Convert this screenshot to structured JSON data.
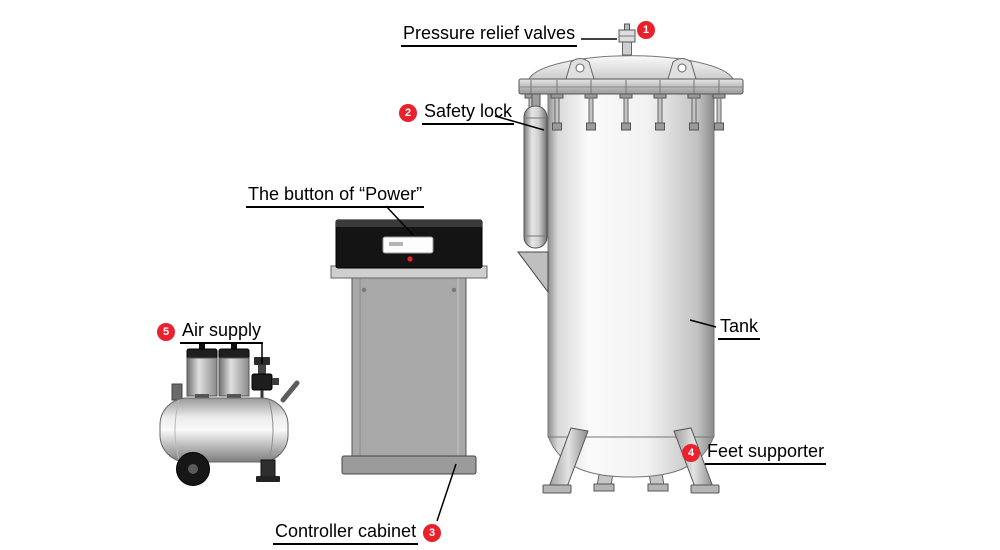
{
  "colors": {
    "badge": "#e8212d",
    "text": "#000000",
    "background": "#ffffff"
  },
  "labels": {
    "pressure_relief_valves": "Pressure relief valves",
    "safety_lock": "Safety lock",
    "power_button": "The button of “Power”",
    "tank": "Tank",
    "air_supply": "Air supply",
    "feet_supporter": "Feet supporter",
    "controller_cabinet": "Controller cabinet"
  },
  "badges": {
    "pressure_relief_valves": "1",
    "safety_lock": "2",
    "controller_cabinet": "3",
    "feet_supporter": "4",
    "air_supply": "5"
  }
}
